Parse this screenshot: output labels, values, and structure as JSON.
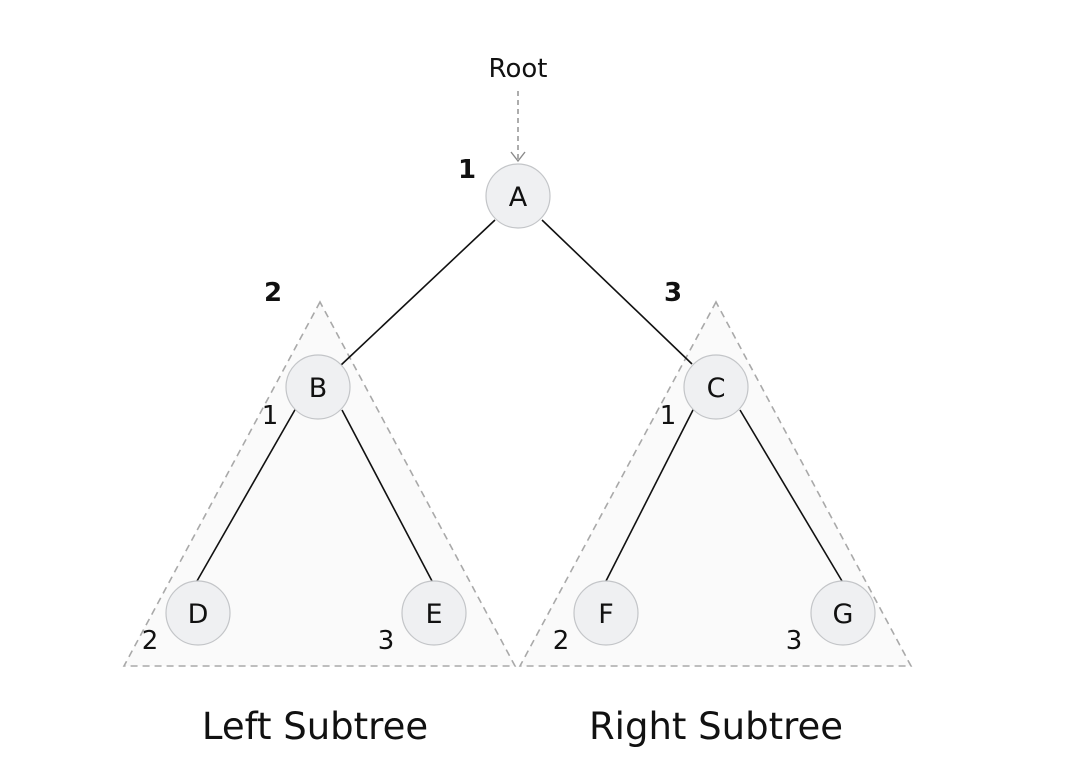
{
  "root_label": "Root",
  "nodes": {
    "A": "A",
    "B": "B",
    "C": "C",
    "D": "D",
    "E": "E",
    "F": "F",
    "G": "G"
  },
  "visit_order": {
    "root": "1",
    "left_subtree": "2",
    "right_subtree": "3",
    "left_subtree_root": "1",
    "left_subtree_left_child": "2",
    "left_subtree_right_child": "3",
    "right_subtree_root": "1",
    "right_subtree_left_child": "2",
    "right_subtree_right_child": "3"
  },
  "subtrees": {
    "left": "Left Subtree",
    "right": "Right Subtree"
  },
  "colors": {
    "node_fill": "#eff0f2",
    "node_stroke": "#c3c5c8",
    "edge": "#111111",
    "region_fill": "#fafafa",
    "region_stroke": "#a9a9a9"
  }
}
